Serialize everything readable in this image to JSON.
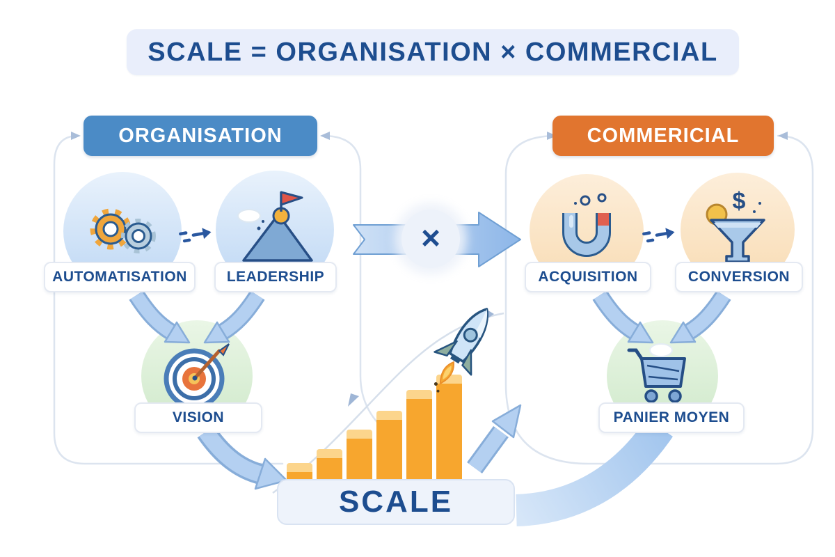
{
  "title": "SCALE = ORGANISATION × COMMERCIAL",
  "multiply_symbol": "×",
  "organisation": {
    "header": "ORGANISATION",
    "items": [
      {
        "label": "AUTOMATISATION",
        "icon": "gears-icon"
      },
      {
        "label": "LEADERSHIP",
        "icon": "mountain-flag-icon"
      }
    ],
    "result": {
      "label": "VISION",
      "icon": "target-dart-icon"
    }
  },
  "commercial": {
    "header": "COMMERICIAL",
    "items": [
      {
        "label": "ACQUISITION",
        "icon": "magnet-icon"
      },
      {
        "label": "CONVERSION",
        "icon": "funnel-dollar-icon"
      }
    ],
    "result": {
      "label": "PANIER MOYEN",
      "icon": "shopping-cart-icon"
    }
  },
  "scale": {
    "label": "SCALE",
    "icon": "rocket-icon",
    "bars": [
      23,
      43,
      71,
      98,
      128,
      150
    ],
    "bar_color": "#f7a62e",
    "bar_cap_color": "#fcd58c"
  },
  "colors": {
    "organisation_header": "#4b8bc6",
    "commercial_header": "#e1752f",
    "text_navy": "#1d4d8f",
    "arrow_blue": "#b4d0f1",
    "title_background": "#e9eefb",
    "vision_circle_green": "#d8eccf",
    "acquisition_circle_peach": "#f9e0bc",
    "automation_circle_blue": "#cfe0f5"
  }
}
